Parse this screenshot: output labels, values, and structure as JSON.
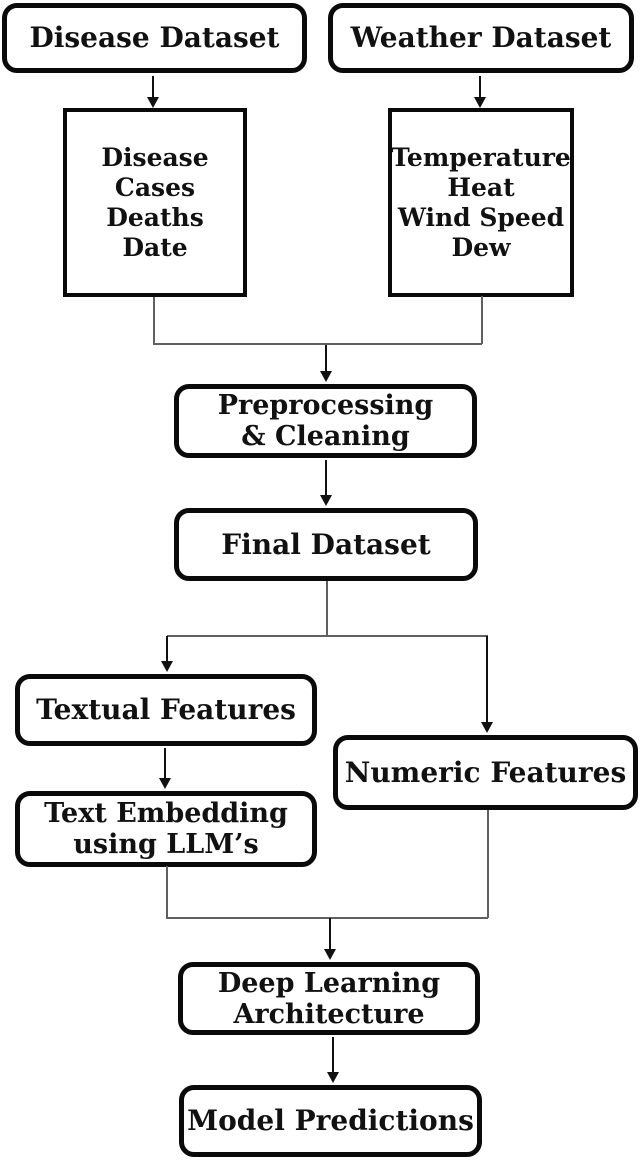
{
  "nodes": {
    "disease_dataset": {
      "label": "Disease Dataset"
    },
    "weather_dataset": {
      "label": "Weather Dataset"
    },
    "disease_fields": {
      "lines": [
        "Disease",
        "Cases",
        "Deaths",
        "Date"
      ]
    },
    "weather_fields": {
      "lines": [
        "Temperature",
        "Heat",
        "Wind Speed",
        "Dew"
      ]
    },
    "preprocessing": {
      "lines": [
        "Preprocessing",
        "& Cleaning"
      ]
    },
    "final_dataset": {
      "label": "Final Dataset"
    },
    "textual_features": {
      "label": "Textual Features"
    },
    "numeric_features": {
      "label": "Numeric Features"
    },
    "text_embedding": {
      "lines": [
        "Text Embedding",
        "using LLM’s"
      ]
    },
    "deep_learning": {
      "lines": [
        "Deep Learning",
        "Architecture"
      ]
    },
    "model_predictions": {
      "label": "Model Predictions"
    }
  },
  "edges": [
    {
      "from": "disease_dataset",
      "to": "disease_fields"
    },
    {
      "from": "weather_dataset",
      "to": "weather_fields"
    },
    {
      "from": "disease_fields",
      "to": "preprocessing"
    },
    {
      "from": "weather_fields",
      "to": "preprocessing"
    },
    {
      "from": "preprocessing",
      "to": "final_dataset"
    },
    {
      "from": "final_dataset",
      "to": "textual_features"
    },
    {
      "from": "final_dataset",
      "to": "numeric_features"
    },
    {
      "from": "textual_features",
      "to": "text_embedding"
    },
    {
      "from": "text_embedding",
      "to": "deep_learning"
    },
    {
      "from": "numeric_features",
      "to": "deep_learning"
    },
    {
      "from": "deep_learning",
      "to": "model_predictions"
    }
  ],
  "colors": {
    "bg": "#ffffff",
    "border": "#0a0a0a",
    "fill": "#ffffff",
    "text": "#111111",
    "connector": "#606060",
    "arrow": "#111111"
  }
}
